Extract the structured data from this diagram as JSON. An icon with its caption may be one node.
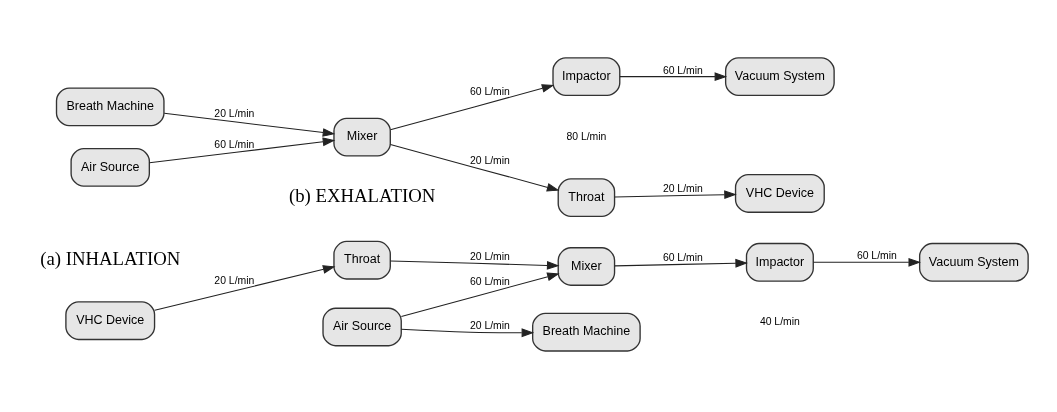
{
  "diagram": {
    "nodes": [
      {
        "text": [
          "Throat"
        ]
      },
      {
        "text": [
          "VHC Device"
        ]
      },
      {
        "text": [
          "Breath Machine"
        ]
      },
      {
        "text": [
          "Mixer"
        ]
      },
      {
        "text": [
          "Air Source"
        ]
      },
      {
        "text": [
          "Impactor"
        ]
      },
      {
        "text": [
          "Vacuum System"
        ]
      },
      {
        "text": [
          "Throat"
        ]
      },
      {
        "text": [
          "VHC Device"
        ]
      },
      {
        "text": [
          "Breath Machine"
        ]
      },
      {
        "text": [
          "Mixer"
        ]
      },
      {
        "text": [
          "Air Source"
        ]
      },
      {
        "text": [
          "Impactor"
        ]
      },
      {
        "text": [
          "Vacuum System"
        ]
      }
    ],
    "edges": [
      {
        "from": 1,
        "to": 0,
        "arrow": "to",
        "label": "20 L/min"
      },
      {
        "from": 0,
        "to": 3,
        "arrow": "to",
        "label": "20 L/min"
      },
      {
        "from": 4,
        "to": 3,
        "arrow": "to",
        "label": "60 L/min"
      },
      {
        "from": 4,
        "to": 2,
        "arrow": "to",
        "label": "20 L/min"
      },
      {
        "from": 3,
        "to": 5,
        "arrow": "to",
        "label": "60 L/min"
      },
      {
        "from": 5,
        "to": 6,
        "arrow": "to",
        "label": "60 L/min"
      },
      {
        "from": 7,
        "to": 8,
        "arrow": "to",
        "label": "20 L/min"
      },
      {
        "from": 10,
        "to": 7,
        "arrow": "to",
        "label": "20 L/min"
      },
      {
        "from": 9,
        "to": 10,
        "arrow": "to",
        "label": "20 L/min"
      },
      {
        "from": 11,
        "to": 10,
        "arrow": "to",
        "label": "60 L/min"
      },
      {
        "from": 10,
        "to": 12,
        "arrow": "to",
        "label": "60 L/min"
      },
      {
        "from": 12,
        "to": 13,
        "arrow": "to",
        "label": "60 L/min"
      }
    ],
    "labels": [
      "(a) INHALATION",
      "(b) EXHALATION",
      "40 L/min",
      "80 L/min"
    ]
  }
}
